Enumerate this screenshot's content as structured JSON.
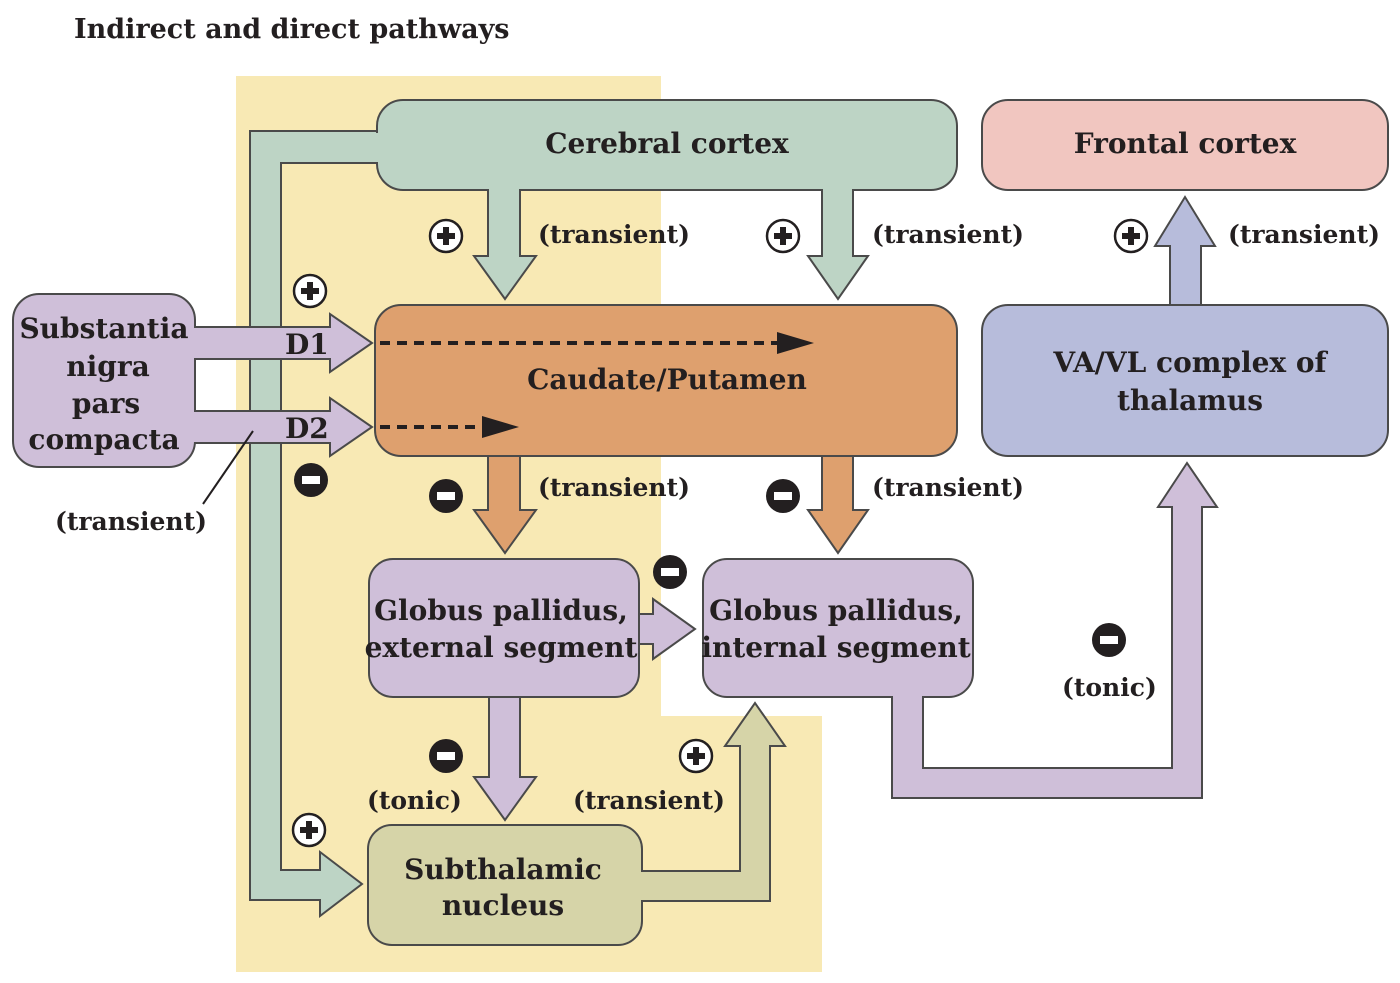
{
  "title": "Indirect and direct pathways",
  "colors": {
    "indirect_region": "#f8e9b4",
    "cerebral_cortex": "#bdd4c5",
    "frontal_cortex": "#f1c6c0",
    "caudate_putamen": "#dea06e",
    "thalamus": "#b7bcdb",
    "globus_pallidus": "#cfbfd9",
    "substantia_nigra": "#cfbfd9",
    "subthalamic": "#d6d4a8"
  },
  "nodes": {
    "cerebral_cortex": "Cerebral cortex",
    "frontal_cortex": "Frontal cortex",
    "caudate_putamen": "Caudate/Putamen",
    "thalamus": [
      "VA/VL complex of",
      "thalamus"
    ],
    "substantia_nigra": [
      "Substantia",
      "nigra",
      "pars",
      "compacta"
    ],
    "gp_external": [
      "Globus pallidus,",
      "external segment"
    ],
    "gp_internal": [
      "Globus pallidus,",
      "internal segment"
    ],
    "subthalamic": [
      "Subthalamic",
      "nucleus"
    ]
  },
  "receptors": {
    "d1": "D1",
    "d2": "D2"
  },
  "connections": [
    {
      "from": "Cerebral cortex",
      "to": "Caudate/Putamen (left)",
      "sign": "+",
      "timing": "(transient)"
    },
    {
      "from": "Cerebral cortex",
      "to": "Caudate/Putamen (right)",
      "sign": "+",
      "timing": "(transient)"
    },
    {
      "from": "VA/VL complex of thalamus",
      "to": "Frontal cortex",
      "sign": "+",
      "timing": "(transient)"
    },
    {
      "from": "Substantia nigra pars compacta",
      "to": "Caudate/Putamen",
      "receptor": "D1",
      "sign": "+",
      "timing": "(transient)"
    },
    {
      "from": "Substantia nigra pars compacta",
      "to": "Caudate/Putamen",
      "receptor": "D2",
      "sign": "-",
      "timing": "(transient)"
    },
    {
      "from": "Caudate/Putamen",
      "to": "Globus pallidus, external segment",
      "sign": "-",
      "timing": "(transient)"
    },
    {
      "from": "Caudate/Putamen",
      "to": "Globus pallidus, internal segment",
      "sign": "-",
      "timing": "(transient)"
    },
    {
      "from": "Globus pallidus, external segment",
      "to": "Globus pallidus, internal segment",
      "sign": "-"
    },
    {
      "from": "Globus pallidus, external segment",
      "to": "Subthalamic nucleus",
      "sign": "-",
      "timing": "(tonic)"
    },
    {
      "from": "Subthalamic nucleus",
      "to": "Globus pallidus, internal segment",
      "sign": "+",
      "timing": "(transient)"
    },
    {
      "from": "Cerebral cortex",
      "to": "Subthalamic nucleus",
      "sign": "+"
    },
    {
      "from": "Globus pallidus, internal segment",
      "to": "VA/VL complex of thalamus",
      "sign": "-",
      "timing": "(tonic)"
    }
  ],
  "labels": {
    "transient": "(transient)",
    "tonic": "(tonic)"
  }
}
